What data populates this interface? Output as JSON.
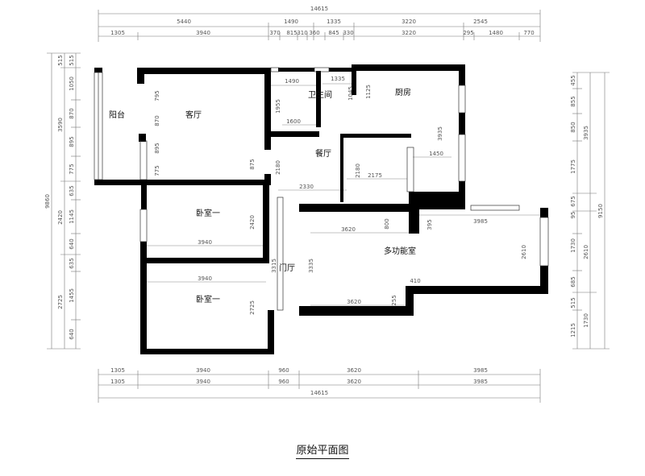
{
  "title": "原始平面图",
  "rooms": {
    "balcony": "阳台",
    "living": "客厅",
    "bath": "卫生间",
    "kitchen": "厨房",
    "dining": "餐厅",
    "bedroom1": "卧室一",
    "bedroom2": "卧室一",
    "multi": "多功能室",
    "entry": "门厅"
  },
  "dims": {
    "top_total": "14615",
    "top_a": [
      "5440",
      "1490",
      "1335",
      "3220",
      "2545"
    ],
    "top_b": [
      "1305",
      "3940",
      "370",
      "815",
      "310",
      "360",
      "845",
      "330",
      "3220",
      "295",
      "1480",
      "770"
    ],
    "bottom_a": [
      "1305",
      "3940",
      "960",
      "3620",
      "3985"
    ],
    "bottom_b": [
      "1305",
      "3940",
      "960",
      "3620",
      "3985"
    ],
    "bottom_total": "14615",
    "left_total": "9860",
    "left_a": [
      "3590",
      "2420",
      "2725"
    ],
    "left_b": [
      "515",
      "1050",
      "870",
      "895",
      "775",
      "635",
      "1145",
      "640",
      "635",
      "1455",
      "640"
    ],
    "left_small": "515",
    "right_total": "9150",
    "right_a": [
      "3935",
      "2610",
      "1730"
    ],
    "right_b": [
      "455",
      "855",
      "850",
      "1775",
      "675",
      "95",
      "1730",
      "685",
      "515",
      "1215"
    ],
    "interior": {
      "d1490": "1490",
      "d1335": "1335",
      "d1955": "1955",
      "d1600": "1600",
      "d1125": "1125",
      "d1045": "1045",
      "d3935": "3935",
      "d1450": "1450",
      "d795": "795",
      "d870": "870",
      "d895": "895",
      "d775": "775",
      "d875": "875",
      "d2180a": "2180",
      "d2180b": "2180",
      "d2175": "2175",
      "d2330": "2330",
      "d2420": "2420",
      "d3940a": "3940",
      "d3620a": "3620",
      "d800": "800",
      "d395": "395",
      "d3985": "3985",
      "d3335": "3335",
      "d3315": "3315",
      "d2610": "2610",
      "d3940b": "3940",
      "d410": "410",
      "d2725": "2725",
      "d255": "255",
      "d3620b": "3620"
    }
  }
}
